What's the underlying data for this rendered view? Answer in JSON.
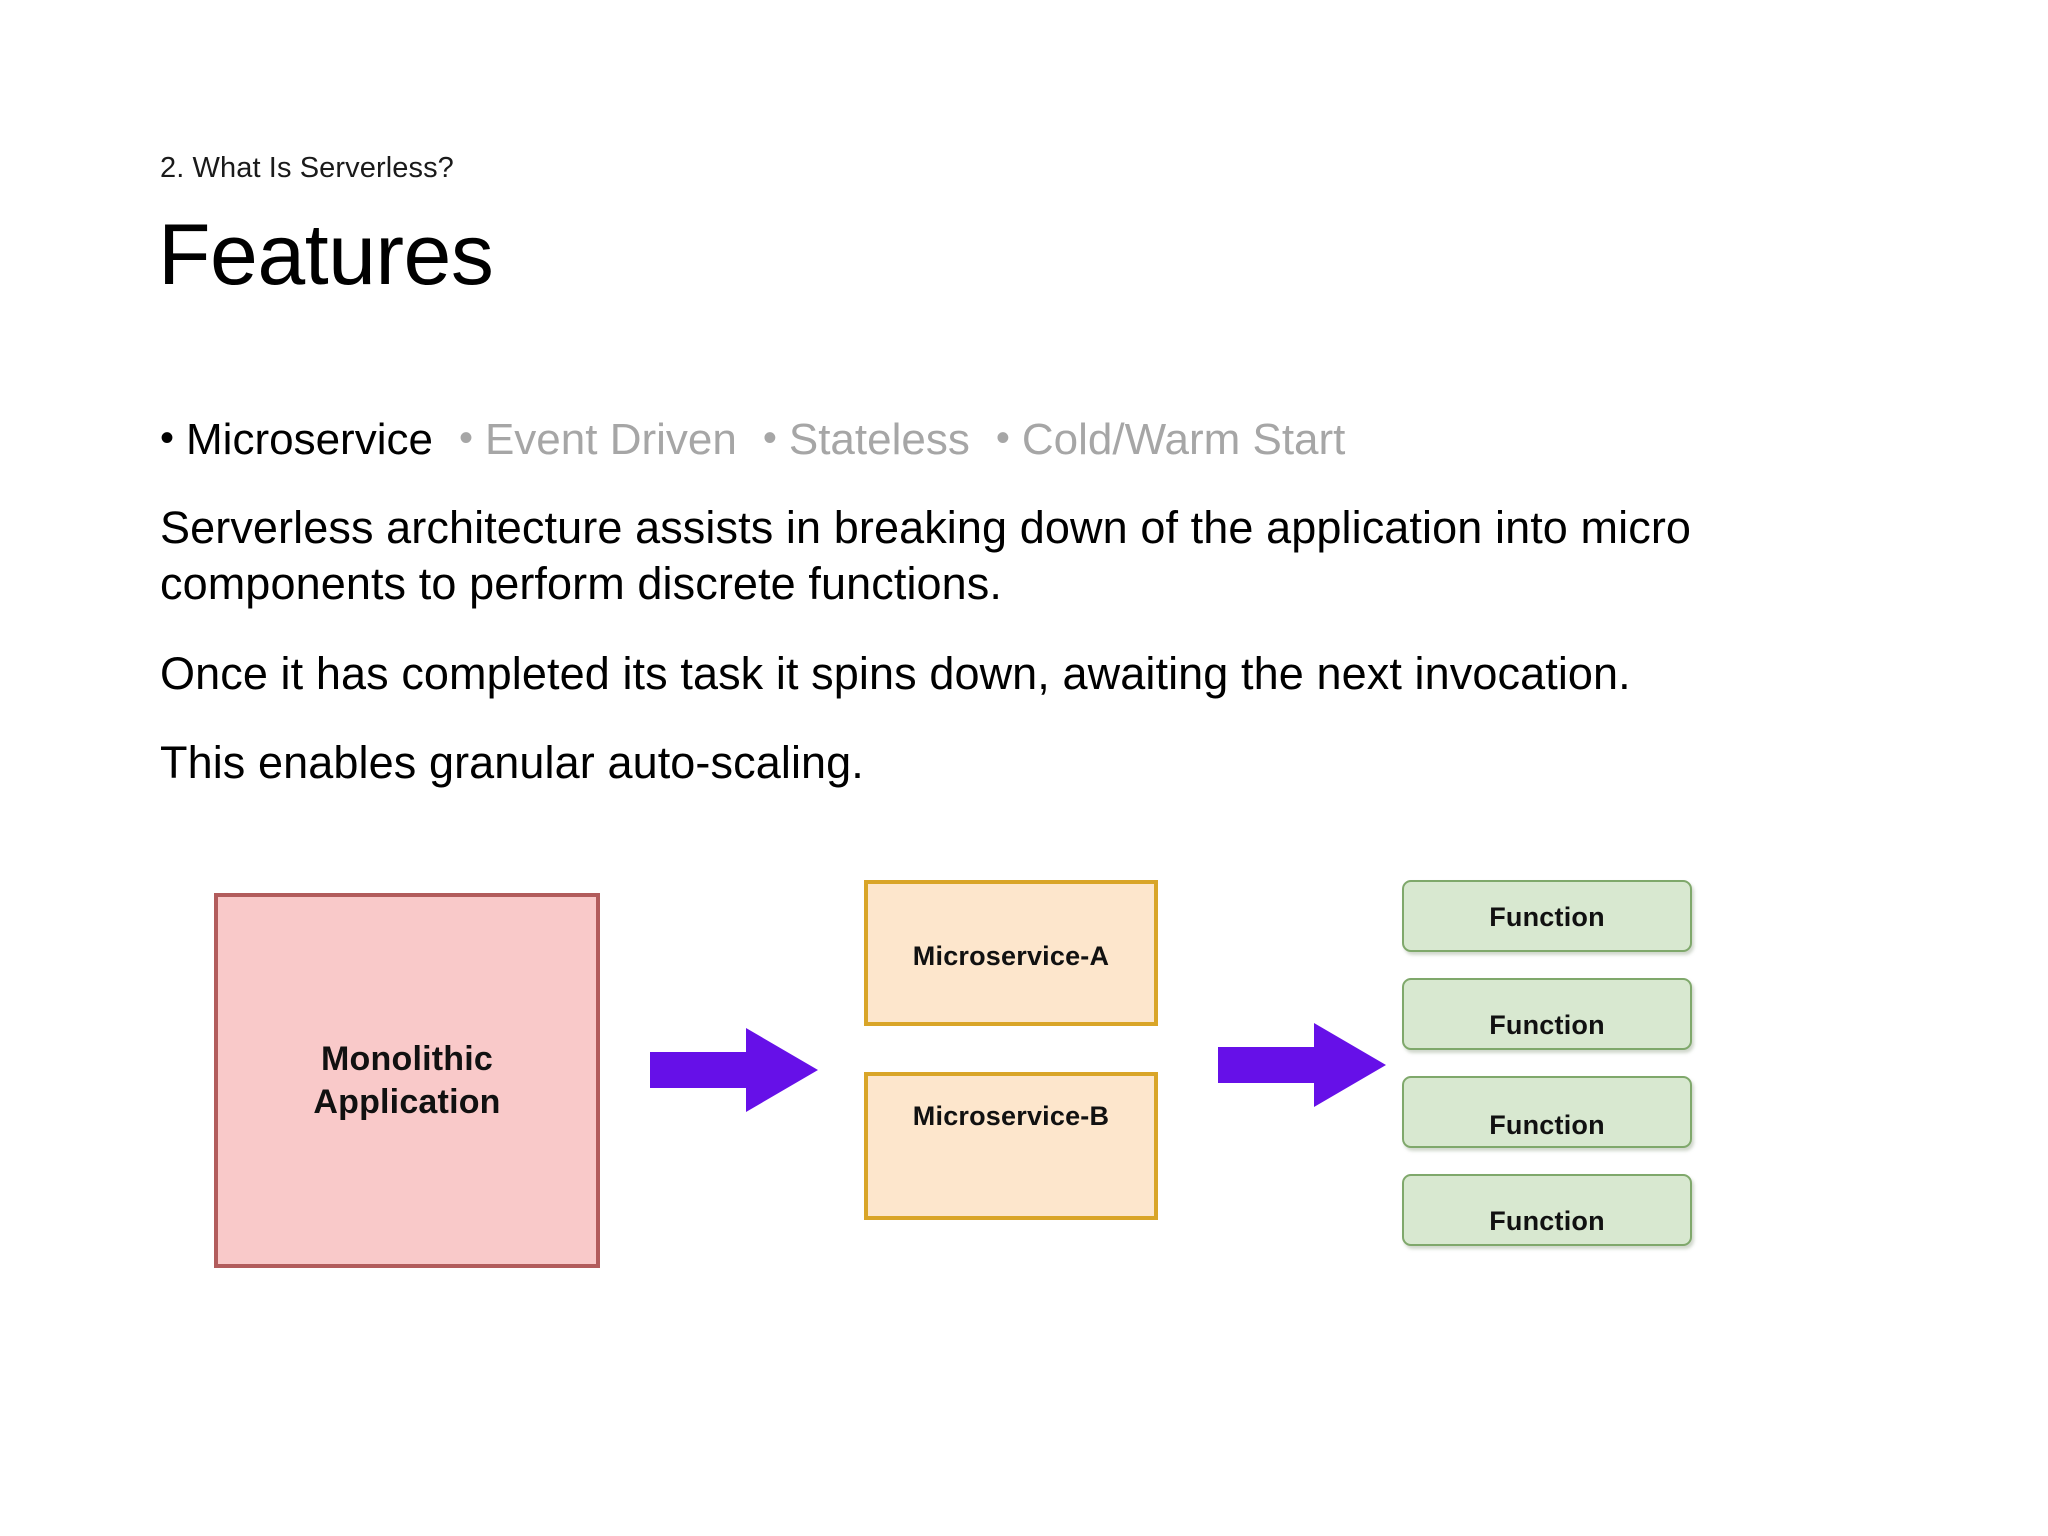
{
  "slide": {
    "eyebrow": "2. What Is Serverless?",
    "title": "Features"
  },
  "features": [
    {
      "label": "Microservice",
      "bullet": "•",
      "state": "active"
    },
    {
      "label": "Event Driven",
      "bullet": "•",
      "state": "inactive"
    },
    {
      "label": "Stateless",
      "bullet": "•",
      "state": "inactive"
    },
    {
      "label": "Cold/Warm Start",
      "bullet": "•",
      "state": "inactive"
    }
  ],
  "body": {
    "paragraph_1": "Serverless architecture assists in breaking down of the application into micro components to perform discrete functions.",
    "paragraph_2": "Once it has completed its task it spins down, awaiting the next invocation.",
    "paragraph_3": "This enables granular auto-scaling."
  },
  "diagram": {
    "monolith": {
      "label": "Monolithic Application",
      "line_1": "Monolithic",
      "line_2": "Application"
    },
    "microservices": [
      {
        "label": "Microservice-A"
      },
      {
        "label": "Microservice-B"
      }
    ],
    "functions": [
      {
        "label": "Function"
      },
      {
        "label": "Function"
      },
      {
        "label": "Function"
      },
      {
        "label": "Function"
      }
    ],
    "arrows": [
      {
        "name": "arrow-monolith-to-microservices",
        "direction": "right"
      },
      {
        "name": "arrow-microservices-to-functions",
        "direction": "right"
      }
    ]
  },
  "colors": {
    "monolith_fill": "#f9c9c9",
    "monolith_border": "#b25c5c",
    "microservice_fill": "#fde6cc",
    "microservice_border": "#d9a528",
    "function_fill": "#d8e8d0",
    "function_border": "#7fa86b",
    "arrow": "#6610e8",
    "active_text": "#000000",
    "inactive_text": "#a6a6a6",
    "background": "#ffffff"
  }
}
